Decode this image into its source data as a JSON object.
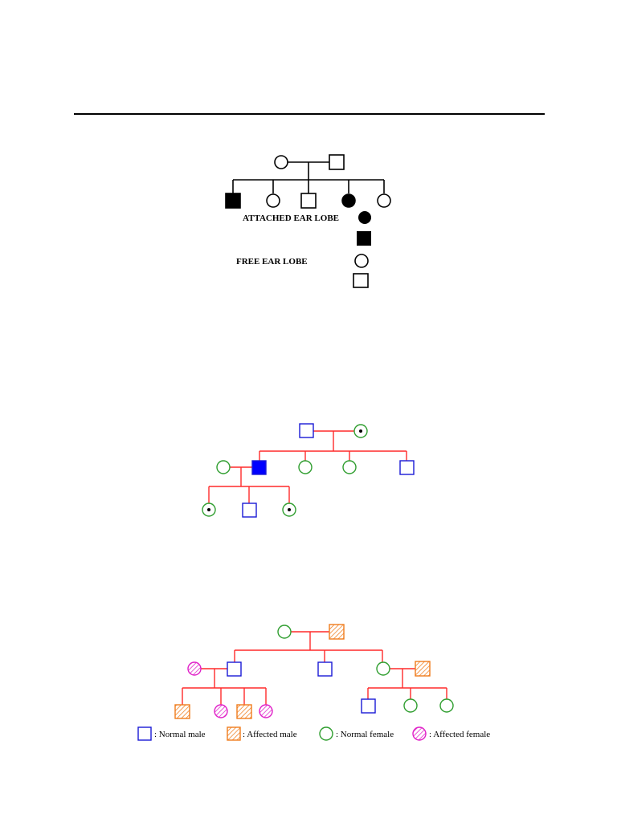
{
  "colors": {
    "black": "#000000",
    "line_red": "#ff2a2a",
    "blue": "#1a1ad6",
    "blue_fill": "#0000ff",
    "green": "#2f9e2f",
    "orange": "#f07c1c",
    "magenta": "#e020c8"
  },
  "pedigree1": {
    "legend": {
      "attached": "ATTACHED EAR LOBE",
      "free": "FREE EAR LOBE"
    }
  },
  "pedigree3": {
    "legend": {
      "normal_male": ": Normal male",
      "affected_male": ": Affected male",
      "normal_female": ": Normal female",
      "affected_female": ": Affected female"
    }
  }
}
